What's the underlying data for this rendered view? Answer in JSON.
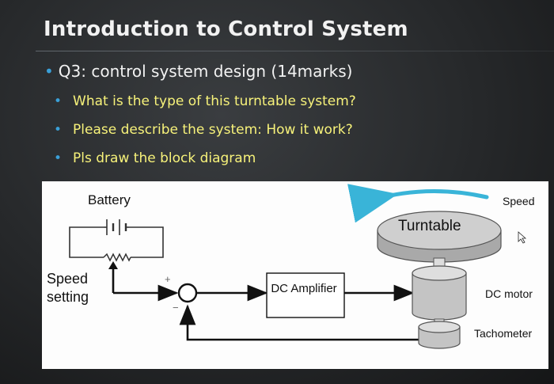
{
  "slide": {
    "title": "Introduction to Control System",
    "question": "Q3: control system design (14marks)",
    "subpoints": [
      "What is the type of this turntable system?",
      "Please describe the system: How it work?",
      "Pls draw the block diagram"
    ]
  },
  "diagram": {
    "battery": "Battery",
    "speed_setting": "Speed setting",
    "dc_amplifier": "DC Amplifier",
    "turntable": "Turntable",
    "speed": "Speed",
    "dc_motor": "DC motor",
    "tachometer": "Tachometer",
    "plus_sign": "+",
    "minus_sign": "−"
  },
  "colors": {
    "title": "#f2f2f2",
    "subpoints": "#f7f27a",
    "bullet": "#3aa0d8",
    "rotation_arrow": "#39b4d8"
  }
}
